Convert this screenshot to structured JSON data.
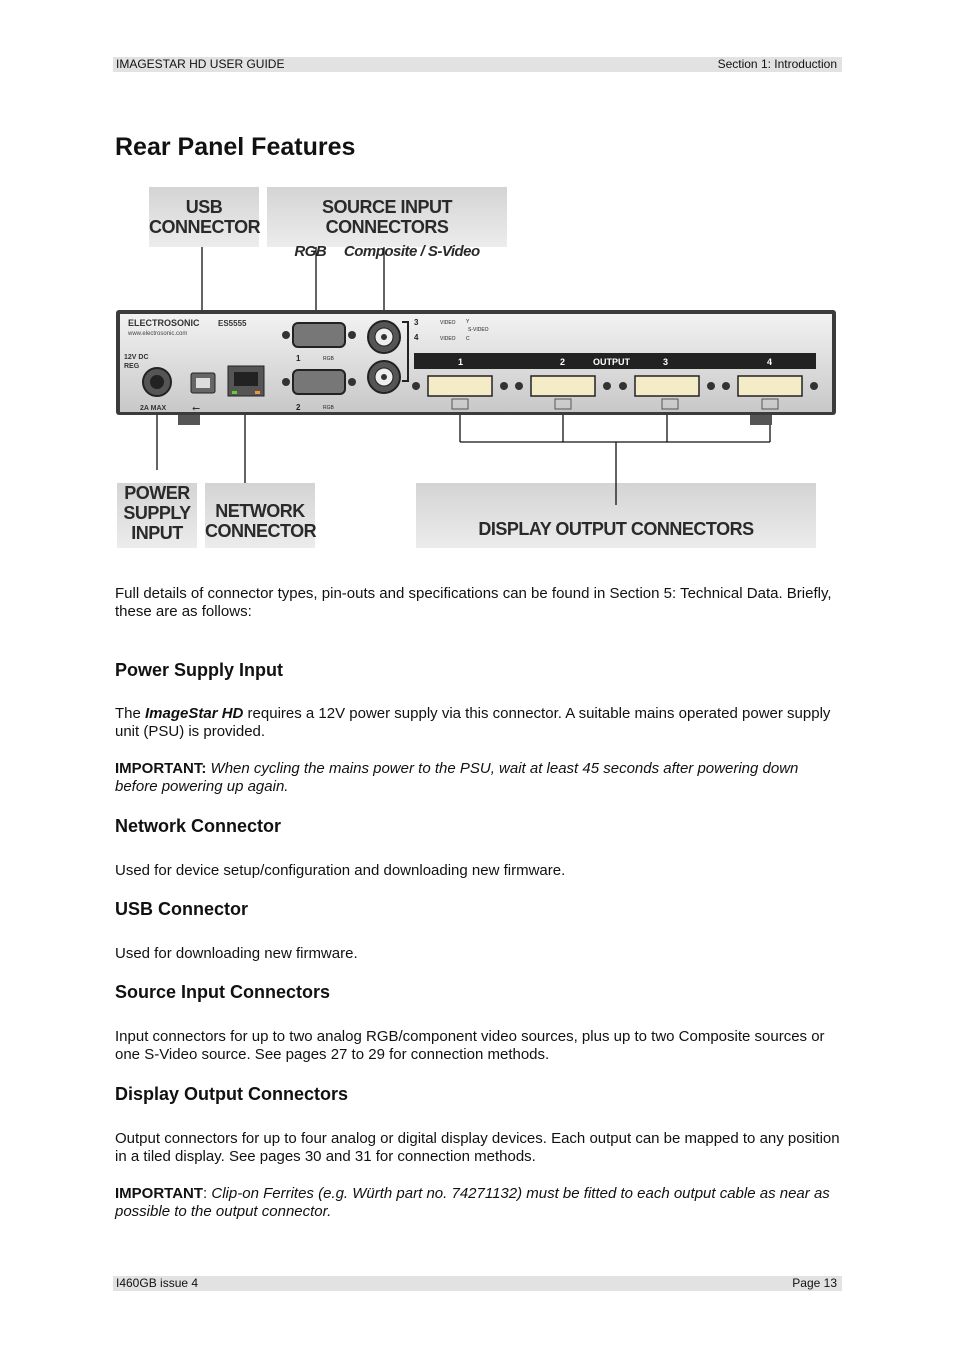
{
  "header": {
    "left": "IMAGESTAR HD USER GUIDE",
    "right": "Section 1: Introduction"
  },
  "title": "Rear Panel Features",
  "diagram": {
    "usb_label": [
      "USB",
      "CONNECTOR"
    ],
    "source_label": "SOURCE INPUT CONNECTORS",
    "source_sub_rgb": "RGB",
    "source_sub_comp": "Composite / S-Video",
    "power_label": [
      "POWER",
      "SUPPLY",
      "INPUT"
    ],
    "network_label": [
      "NETWORK",
      "CONNECTOR"
    ],
    "display_label": "DISPLAY OUTPUT CONNECTORS",
    "panel": {
      "brand": "ELECTROSONIC",
      "model": "ES5555",
      "url": "www.electrosonic.com",
      "power_text1": "12V DC",
      "power_text2": "REG",
      "power_text3": "2A MAX",
      "rgb1": "1",
      "rgb2": "2",
      "rgb_tag": "RGB",
      "bnc3": "3",
      "bnc4": "4",
      "video": "VIDEO",
      "svideo": "S-VIDEO",
      "y": "Y",
      "c": "C",
      "output": "OUTPUT",
      "out1": "1",
      "out2": "2",
      "out3": "3",
      "out4": "4"
    }
  },
  "intro": "Full details of connector types, pin-outs and specifications can be found in Section 5: Technical Data. Briefly, these are as follows:",
  "sections": [
    {
      "heading": "Power Supply Input"
    },
    {
      "heading": "Network Connector",
      "body": "Used for device setup/configuration and downloading new firmware."
    },
    {
      "heading": "USB Connector",
      "body": "Used for downloading new firmware."
    },
    {
      "heading": "Source Input Connectors",
      "body": "Input connectors for up to two analog RGB/component video sources, plus up to two Composite sources or one S-Video source. See pages 27 to 29 for connection methods."
    },
    {
      "heading": "Display Output Connectors",
      "body": "Output connectors for up to four analog or digital display devices. Each output can be mapped to any position in a tiled display. See pages 30 and 31 for connection methods."
    }
  ],
  "power": {
    "pre": "The ",
    "product": "ImageStar HD",
    "post": " requires a 12V power supply via this connector. A suitable mains operated power supply unit (PSU) is provided.",
    "imp_label": "IMPORTANT:",
    "imp_text": " When cycling the mains power to the PSU, wait at least 45 seconds after powering down before powering up again."
  },
  "display_note": {
    "imp_label": "IMPORTANT",
    "colon": ": ",
    "imp_text": "Clip-on Ferrites (e.g. Würth part no. 74271132) must be fitted to each output cable as near as possible to the output connector."
  },
  "footer": {
    "left": "I460GB issue 4",
    "right": "Page 13"
  }
}
